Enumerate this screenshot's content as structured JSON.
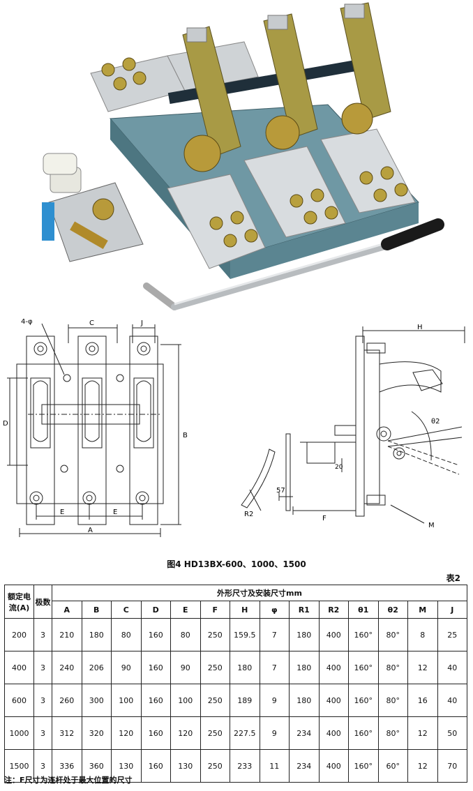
{
  "drawing": {
    "front_labels": {
      "holes": "4-φ",
      "c": "C",
      "j": "J",
      "d": "D",
      "b": "B",
      "e1": "E",
      "e2": "E",
      "a": "A"
    },
    "side_labels": {
      "h": "H",
      "theta2": "θ2",
      "dim20": "20",
      "dim57": "57",
      "r2": "R2",
      "f": "F",
      "m": "M"
    }
  },
  "figure_caption": "图4 HD13BX-600、1000、1500",
  "table_label": "表2",
  "table": {
    "col_current": "额定电流(A)",
    "col_poles": "极数",
    "group_header": "外形尺寸及安装尺寸mm",
    "dim_headers": [
      "A",
      "B",
      "C",
      "D",
      "E",
      "F",
      "H",
      "φ",
      "R1",
      "R2",
      "θ1",
      "θ2",
      "M",
      "J"
    ],
    "rows": [
      {
        "current": "200",
        "poles": "3",
        "dims": [
          "210",
          "180",
          "80",
          "160",
          "80",
          "250",
          "159.5",
          "7",
          "180",
          "400",
          "160°",
          "80°",
          "8",
          "25"
        ]
      },
      {
        "current": "400",
        "poles": "3",
        "dims": [
          "240",
          "206",
          "90",
          "160",
          "90",
          "250",
          "180",
          "7",
          "180",
          "400",
          "160°",
          "80°",
          "12",
          "40"
        ]
      },
      {
        "current": "600",
        "poles": "3",
        "dims": [
          "260",
          "300",
          "100",
          "160",
          "100",
          "250",
          "189",
          "9",
          "180",
          "400",
          "160°",
          "80°",
          "16",
          "40"
        ]
      },
      {
        "current": "1000",
        "poles": "3",
        "dims": [
          "312",
          "320",
          "120",
          "160",
          "120",
          "250",
          "227.5",
          "9",
          "234",
          "400",
          "160°",
          "80°",
          "12",
          "50"
        ]
      },
      {
        "current": "1500",
        "poles": "3",
        "dims": [
          "336",
          "360",
          "130",
          "160",
          "130",
          "250",
          "233",
          "11",
          "234",
          "400",
          "160°",
          "60°",
          "12",
          "70"
        ]
      }
    ]
  },
  "note": "注：F尺寸为连杆处于最大位置的尺寸"
}
